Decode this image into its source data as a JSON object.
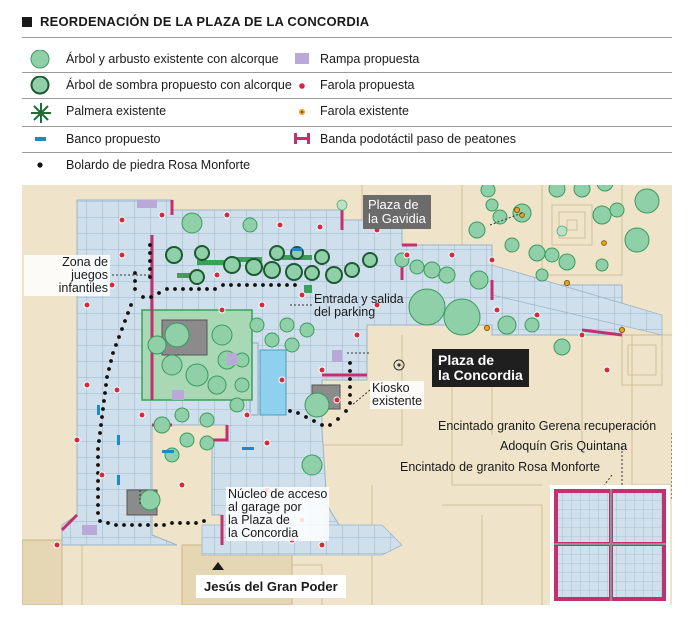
{
  "title": "REORDENACIÓN DE LA PLAZA DE LA CONCORDIA",
  "legend": {
    "left": [
      {
        "icon": "green-circle-icon",
        "label": "Árbol y arbusto existente con alcorque"
      },
      {
        "icon": "dark-green-circle-icon",
        "label": "Árbol de sombra propuesto con alcorque"
      },
      {
        "icon": "palm-tree-icon",
        "label": "Palmera existente"
      },
      {
        "icon": "blue-dash-icon",
        "label": "Banco propuesto"
      },
      {
        "icon": "black-dot-icon",
        "label": "Bolardo de piedra Rosa Monforte"
      }
    ],
    "right": [
      {
        "icon": "lilac-square-icon",
        "label": "Rampa propuesta"
      },
      {
        "icon": "red-dot-icon",
        "label": "Farola propuesta"
      },
      {
        "icon": "orange-dot-icon",
        "label": "Farola existente"
      },
      {
        "icon": "crosswalk-band-icon",
        "label": "Banda podotáctil paso de peatones"
      }
    ]
  },
  "map": {
    "labels": {
      "gavidia": "Plaza de\nla Gavidia",
      "zona_juegos": "Zona de\njuegos\ninfantiles",
      "parking": "Entrada y salida\ndel parking",
      "concordia": "Plaza de\nla Concordia",
      "kiosko": "Kiosko\nexistente",
      "nucleo": "Núcleo de acceso\nal garage por\nla Plaza de\nla Concordia",
      "gran_poder": "Jesús del Gran Poder",
      "gerena": "Encintado granito Gerena recuperación",
      "adoquin": "Adoquín Gris Quintana",
      "rosa": "Encintado de granito Rosa Monforte"
    }
  },
  "colors": {
    "tree_existing": "#8fd0a8",
    "tree_proposed": "#3aa05a",
    "palm": "#1f6e3a",
    "bench": "#1f88c8",
    "bollard": "#111111",
    "ramp": "#b9a8d8",
    "lamp_proposed": "#d42a3a",
    "lamp_existing": "#e8a21e",
    "crosswalk": "#c2306e",
    "paving": "#cfe0ec",
    "parcel": "#efe4c9"
  }
}
